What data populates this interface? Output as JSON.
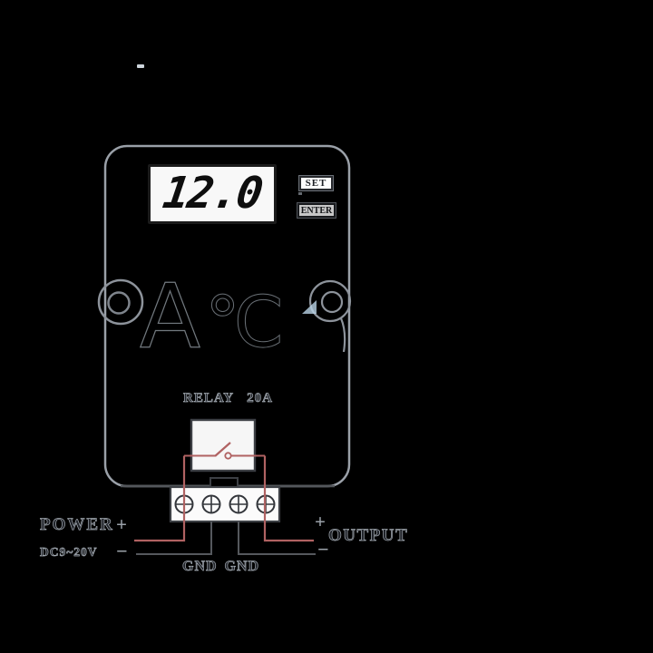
{
  "device": {
    "display_value": "12.0",
    "set_button": "SET",
    "enter_button": "ENTER",
    "relay_label": "RELAY",
    "relay_rating": "20A",
    "watermark_letter": "A",
    "watermark_unit": "℃"
  },
  "wiring": {
    "power_label": "POWER",
    "power_plus": "+",
    "power_minus": "−",
    "power_voltage": "DC9~20V",
    "output_label": "OUTPUT",
    "output_plus": "+",
    "output_minus": "−",
    "ground_label": "GND GND"
  },
  "colors": {
    "background": "#000000",
    "device_outline": "#9aa0a8",
    "wire_live": "#b06262",
    "wire_ground": "#55585d",
    "display_bg": "#f8f8f8",
    "digit": "#0e0e0e",
    "engraved_stroke": "#a3aab2",
    "accent_blue": "#b9d3e6"
  }
}
